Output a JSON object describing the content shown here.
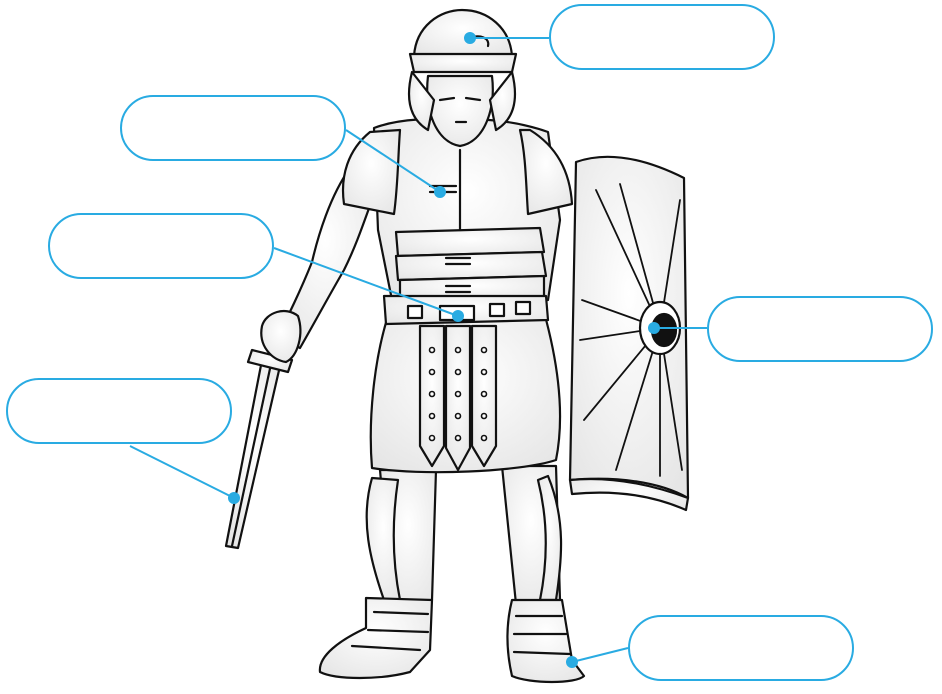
{
  "diagram": {
    "subject": "roman-soldier",
    "accent_color": "#29abe2",
    "labels": [
      {
        "id": "helmet",
        "text": ""
      },
      {
        "id": "body-armour",
        "text": ""
      },
      {
        "id": "belt",
        "text": ""
      },
      {
        "id": "sword",
        "text": ""
      },
      {
        "id": "shield",
        "text": ""
      },
      {
        "id": "sandals",
        "text": ""
      }
    ]
  }
}
